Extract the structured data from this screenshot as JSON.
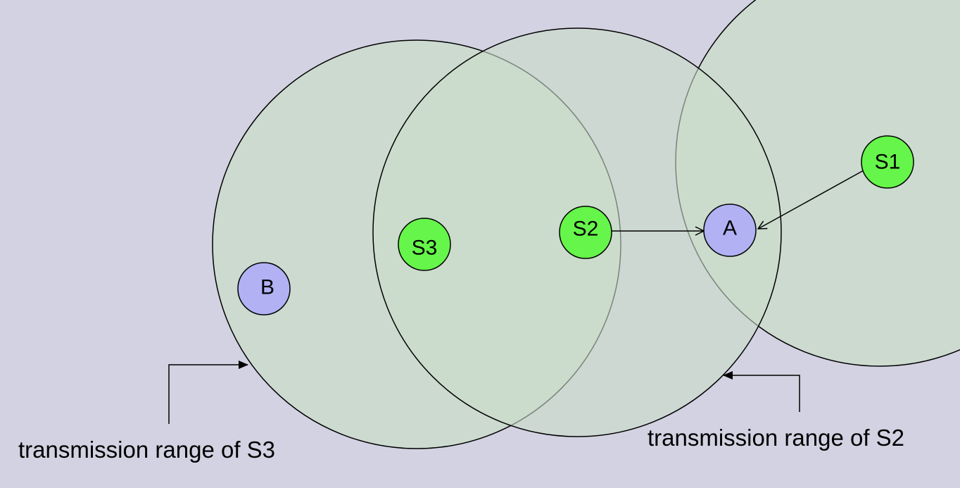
{
  "nodes": {
    "s1": {
      "label": "S1",
      "kind": "sender"
    },
    "s2": {
      "label": "S2",
      "kind": "sender"
    },
    "s3": {
      "label": "S3",
      "kind": "sender"
    },
    "a": {
      "label": "A",
      "kind": "receiver"
    },
    "b": {
      "label": "B",
      "kind": "receiver"
    }
  },
  "annotations": {
    "range_s3": "transmission range of S3",
    "range_s2": "transmission range of S2"
  },
  "colors": {
    "background": "#d3d2e2",
    "range_fill": "#c9dcc9",
    "sender_fill": "#66f54a",
    "receiver_fill": "#b1b1f4",
    "stroke": "#000000"
  }
}
